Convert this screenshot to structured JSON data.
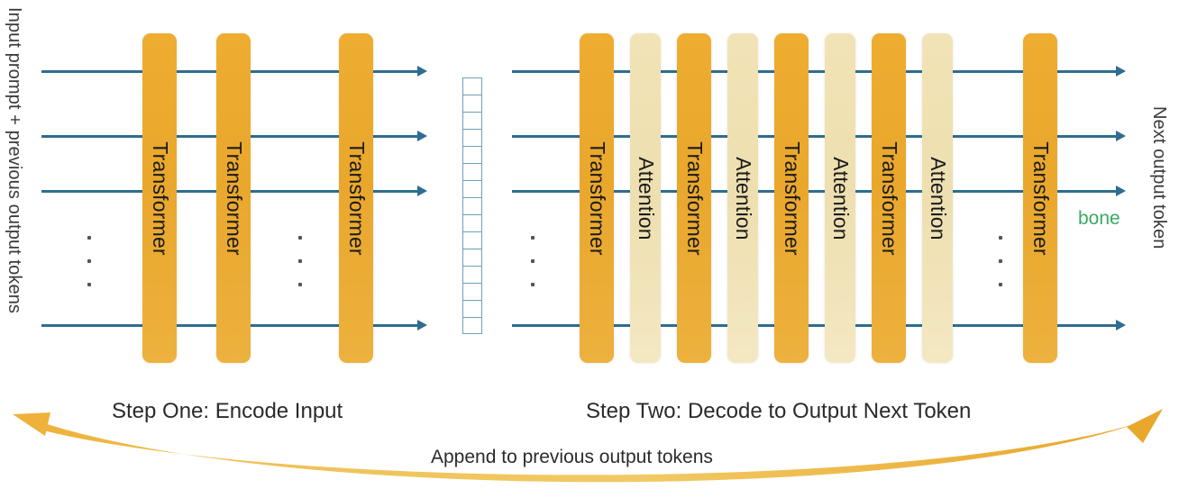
{
  "diagram": {
    "title_left": "Step One: Encode Input",
    "title_right": "Step Two: Decode to Output Next Token",
    "feedback_label": "Append to previous output tokens",
    "input_label": "Input prompt + previous output tokens",
    "output_label": "Next output token",
    "output_token_example": "bone",
    "colors": {
      "transformer_block": "#e9a72c",
      "attention_block": "#eddfaf",
      "flow_line": "#2e6d91",
      "token_cell_border": "#6f9fba",
      "feedback_arrow": "#edb236",
      "output_token_text": "#3aaa62",
      "caption_text": "#2b2b2b"
    }
  },
  "step_one": {
    "blocks": [
      {
        "label": "Transformer",
        "kind": "transformer"
      },
      {
        "label": "Transformer",
        "kind": "transformer"
      },
      {
        "label": "Transformer",
        "kind": "transformer"
      }
    ]
  },
  "step_two": {
    "blocks": [
      {
        "label": "Transformer",
        "kind": "transformer"
      },
      {
        "label": "Attention",
        "kind": "attention"
      },
      {
        "label": "Transformer",
        "kind": "transformer"
      },
      {
        "label": "Attention",
        "kind": "attention"
      },
      {
        "label": "Transformer",
        "kind": "transformer"
      },
      {
        "label": "Attention",
        "kind": "attention"
      },
      {
        "label": "Transformer",
        "kind": "transformer"
      },
      {
        "label": "Attention",
        "kind": "attention"
      },
      {
        "label": "Transformer",
        "kind": "transformer"
      }
    ]
  },
  "token_column": {
    "name": "encoded-token-vector",
    "cell_count": 15
  },
  "flow_rows": {
    "count": 4,
    "ellipsis_dots": 3
  }
}
